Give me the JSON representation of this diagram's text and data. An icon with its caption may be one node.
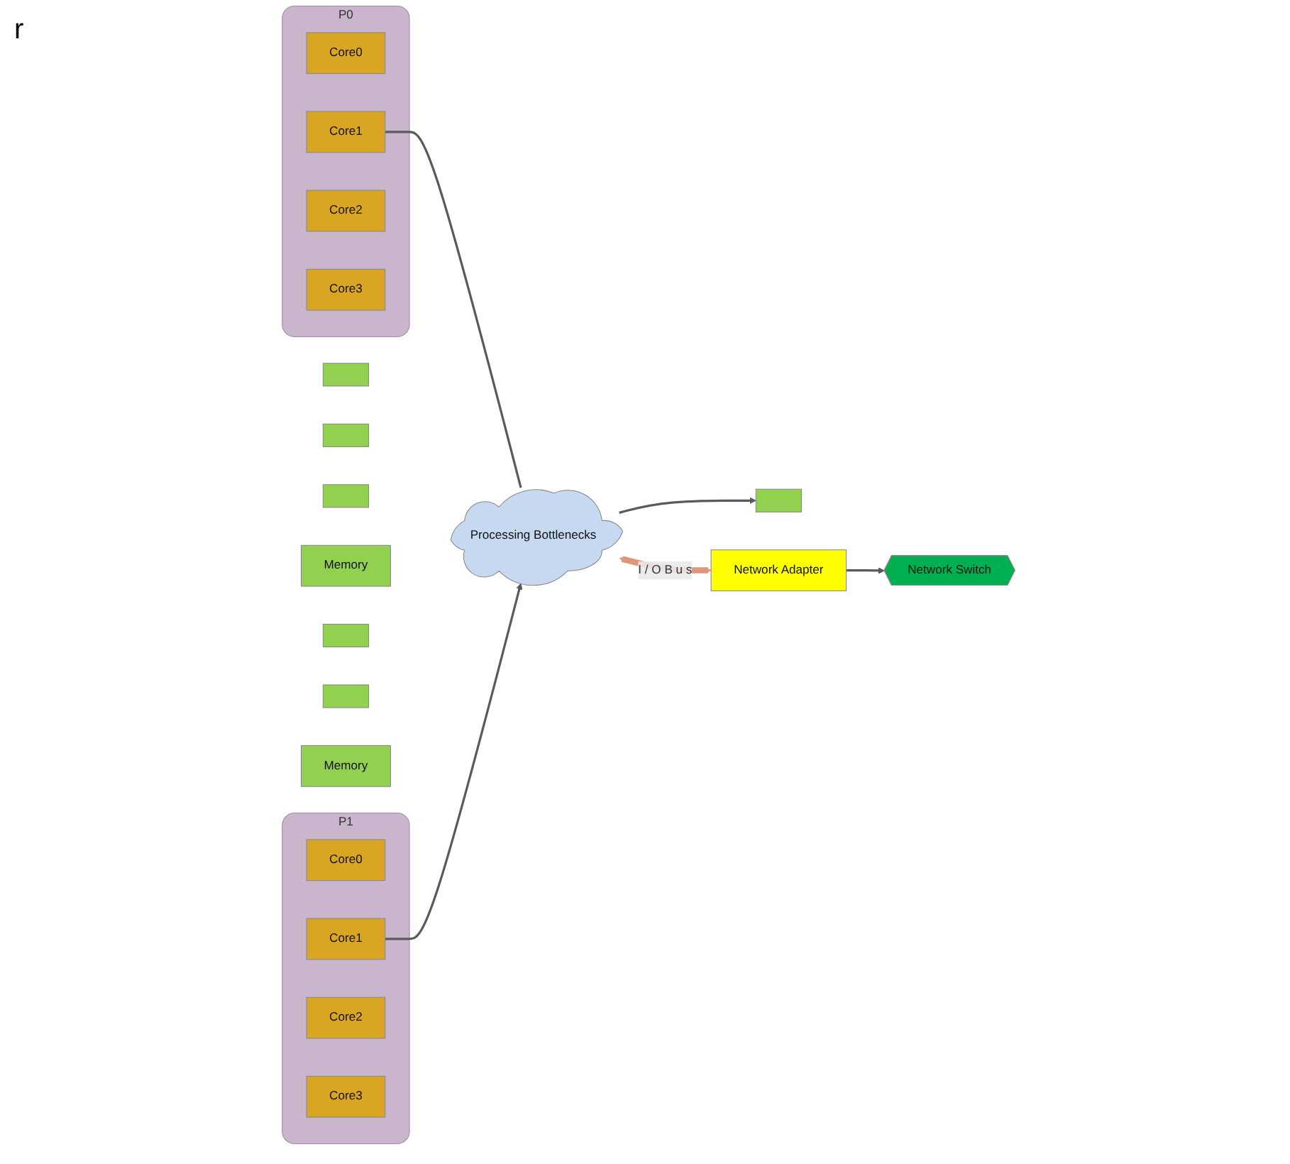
{
  "diagram": {
    "nodes": [
      {
        "text": [
          "P0"
        ]
      },
      {
        "text": [
          "Core0"
        ],
        "in": 0
      },
      {
        "text": [
          "Core1"
        ],
        "in": 0
      },
      {
        "text": [
          "Core2"
        ],
        "in": 0
      },
      {
        "text": [
          "Core3"
        ],
        "in": 0
      },
      {
        "text": [
          "P1"
        ]
      },
      {
        "text": [
          "Core0"
        ],
        "in": 5
      },
      {
        "text": [
          "Core1"
        ],
        "in": 5
      },
      {
        "text": [
          "Core2"
        ],
        "in": 5
      },
      {
        "text": [
          "Core3"
        ],
        "in": 5
      },
      {
        "text": [
          "Processing Bottlenecks"
        ]
      },
      {
        "text": [],
        "shape": "box"
      },
      {
        "text": [],
        "shape": "box"
      },
      {
        "text": [],
        "shape": "box"
      },
      {
        "text": [
          "Memory"
        ]
      },
      {
        "text": [],
        "shape": "box"
      },
      {
        "text": [],
        "shape": "box"
      },
      {
        "text": [],
        "shape": "box"
      },
      {
        "text": [
          "Memory"
        ]
      },
      {
        "text": [
          "Network Adapter"
        ]
      },
      {
        "text": [
          "Network Switch"
        ]
      }
    ],
    "edges": [
      {
        "from": 2,
        "to": 10,
        "arrow": "none"
      },
      {
        "from": 7,
        "to": 10,
        "arrow": "to"
      },
      {
        "from": 10,
        "to": 17,
        "arrow": "to"
      },
      {
        "from": 10,
        "to": 19,
        "arrow": "both",
        "label": "I / O B u s",
        "style": "thick",
        "color": "#e0967a"
      },
      {
        "from": 19,
        "to": 20,
        "arrow": "to"
      }
    ],
    "labels": [
      "r"
    ]
  }
}
